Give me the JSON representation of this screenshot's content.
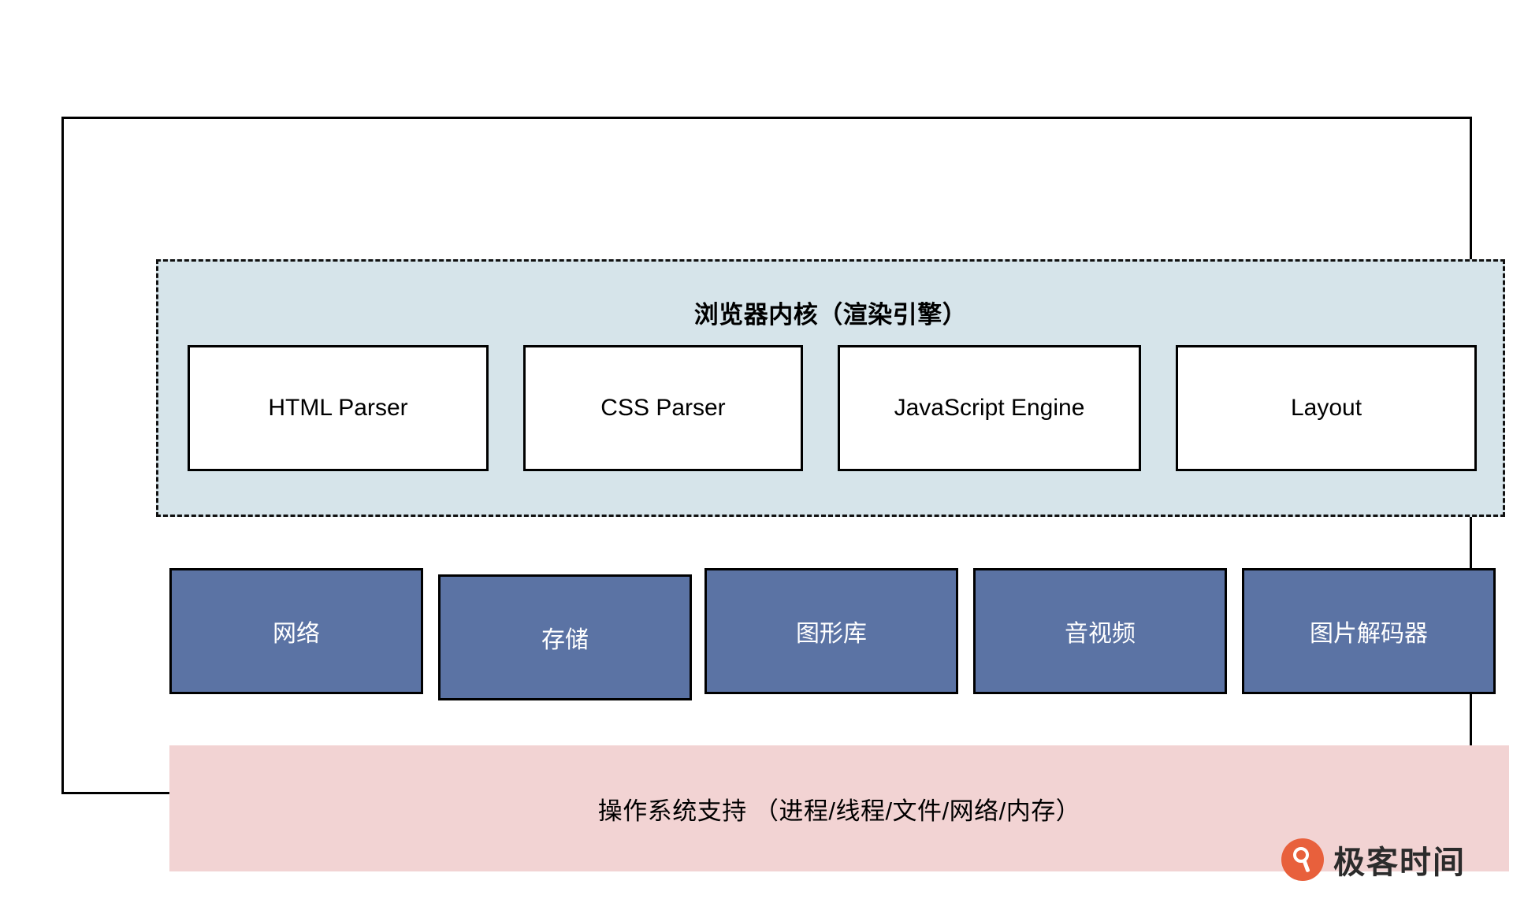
{
  "diagram": {
    "renderer": {
      "title": "浏览器内核（渲染引擎）",
      "background_color": "#d6e4ea",
      "border_style": "dashed",
      "modules": [
        {
          "label": "HTML Parser"
        },
        {
          "label": "CSS Parser"
        },
        {
          "label": "JavaScript Engine"
        },
        {
          "label": "Layout"
        }
      ]
    },
    "services": {
      "background_color": "#5b73a4",
      "text_color": "#ffffff",
      "items": [
        {
          "label": "网络"
        },
        {
          "label": "存储"
        },
        {
          "label": "图形库"
        },
        {
          "label": "音视频"
        },
        {
          "label": "图片解码器"
        }
      ]
    },
    "os_support": {
      "label": "操作系统支持 （进程/线程/文件/网络/内存）",
      "background_color": "#f2d3d3"
    }
  },
  "logo": {
    "name": "极客时间",
    "mark_color": "#e8603c"
  }
}
